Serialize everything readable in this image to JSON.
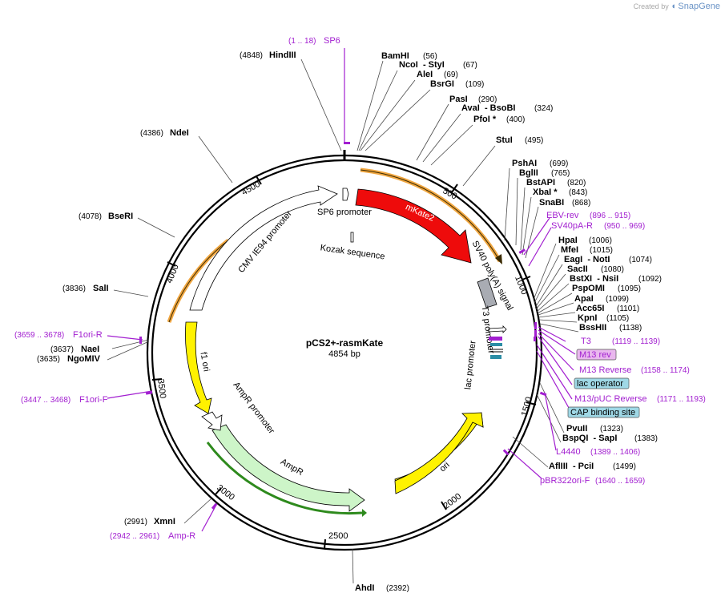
{
  "app": {
    "credit_prefix": "Created by",
    "credit_brand": "SnapGene"
  },
  "plasmid": {
    "name": "pCS2+-rasmKate",
    "length_label": "4854 bp",
    "length": 4854
  },
  "ticks": [
    "500",
    "1000",
    "1500",
    "2000",
    "2500",
    "3000",
    "3500",
    "4000",
    "4500"
  ],
  "enzymes": [
    {
      "name": "HindIII",
      "pos": "(4848)",
      "side": "left",
      "bp": 4848
    },
    {
      "name": "BamHI",
      "pos": "(56)",
      "side": "right",
      "bp": 56
    },
    {
      "name": "NcoI  - StyI",
      "pos": "(67)",
      "side": "right",
      "bp": 67
    },
    {
      "name": "AleI",
      "pos": "(69)",
      "side": "right",
      "bp": 69
    },
    {
      "name": "BsrGI",
      "pos": "(109)",
      "side": "right",
      "bp": 109
    },
    {
      "name": "PasI",
      "pos": "(290)",
      "side": "right",
      "bp": 290
    },
    {
      "name": "AvaI  - BsoBI",
      "pos": "(324)",
      "side": "right",
      "bp": 324
    },
    {
      "name": "PfoI *",
      "pos": "(400)",
      "side": "right",
      "bp": 400
    },
    {
      "name": "StuI",
      "pos": "(495)",
      "side": "right",
      "bp": 495
    },
    {
      "name": "PshAI",
      "pos": "(699)",
      "side": "right",
      "bp": 699
    },
    {
      "name": "BglII",
      "pos": "(765)",
      "side": "right",
      "bp": 765
    },
    {
      "name": "BstAPI",
      "pos": "(820)",
      "side": "right",
      "bp": 820
    },
    {
      "name": "XbaI *",
      "pos": "(843)",
      "side": "right",
      "bp": 843
    },
    {
      "name": "SnaBI",
      "pos": "(868)",
      "side": "right",
      "bp": 868
    },
    {
      "name": "HpaI",
      "pos": "(1006)",
      "side": "right",
      "bp": 1006
    },
    {
      "name": "MfeI",
      "pos": "(1015)",
      "side": "right",
      "bp": 1015
    },
    {
      "name": "EagI  - NotI",
      "pos": "(1074)",
      "side": "right",
      "bp": 1074
    },
    {
      "name": "SacII",
      "pos": "(1080)",
      "side": "right",
      "bp": 1080
    },
    {
      "name": "BstXI  - NsiI",
      "pos": "(1092)",
      "side": "right",
      "bp": 1092
    },
    {
      "name": "PspOMI",
      "pos": "(1095)",
      "side": "right",
      "bp": 1095
    },
    {
      "name": "ApaI",
      "pos": "(1099)",
      "side": "right",
      "bp": 1099
    },
    {
      "name": "Acc65I",
      "pos": "(1101)",
      "side": "right",
      "bp": 1101
    },
    {
      "name": "KpnI",
      "pos": "(1105)",
      "side": "right",
      "bp": 1105
    },
    {
      "name": "BssHII",
      "pos": "(1138)",
      "side": "right",
      "bp": 1138
    },
    {
      "name": "PvuII",
      "pos": "(1323)",
      "side": "right",
      "bp": 1323
    },
    {
      "name": "BspQI  - SapI",
      "pos": "(1383)",
      "side": "right",
      "bp": 1383
    },
    {
      "name": "AflIII  - PciI",
      "pos": "(1499)",
      "side": "right",
      "bp": 1499
    },
    {
      "name": "AhdI",
      "pos": "(2392)",
      "side": "right",
      "bp": 2392
    },
    {
      "name": "XmnI",
      "pos": "(2991)",
      "side": "left",
      "bp": 2991
    },
    {
      "name": "NgoMIV",
      "pos": "(3635)",
      "side": "left",
      "bp": 3635
    },
    {
      "name": "NaeI",
      "pos": "(3637)",
      "side": "left",
      "bp": 3637
    },
    {
      "name": "SalI",
      "pos": "(3836)",
      "side": "left",
      "bp": 3836
    },
    {
      "name": "BseRI",
      "pos": "(4078)",
      "side": "left",
      "bp": 4078
    },
    {
      "name": "NdeI",
      "pos": "(4386)",
      "side": "left",
      "bp": 4386
    }
  ],
  "primers": [
    {
      "name": "SP6",
      "pos": "(1 .. 18)",
      "side": "left"
    },
    {
      "name": "EBV-rev",
      "pos": "(896 .. 915)",
      "side": "right"
    },
    {
      "name": "SV40pA-R",
      "pos": "(950 .. 969)",
      "side": "right"
    },
    {
      "name": "T3",
      "pos": "(1119 .. 1139)",
      "side": "right"
    },
    {
      "name": "M13 rev",
      "pos": "",
      "side": "right",
      "boxed": true,
      "box_color": "#e9b8ee"
    },
    {
      "name": "M13 Reverse",
      "pos": "(1158 .. 1174)",
      "side": "right"
    },
    {
      "name": "lac operator",
      "pos": "",
      "side": "right",
      "boxed": true,
      "box_color": "#9fd8e6"
    },
    {
      "name": "M13/pUC Reverse",
      "pos": "(1171 .. 1193)",
      "side": "right"
    },
    {
      "name": "CAP binding site",
      "pos": "",
      "side": "right",
      "boxed": true,
      "box_color": "#9fd8e6"
    },
    {
      "name": "L4440",
      "pos": "(1389 .. 1406)",
      "side": "right"
    },
    {
      "name": "pBR322ori-F",
      "pos": "(1640 .. 1659)",
      "side": "right"
    },
    {
      "name": "Amp-R",
      "pos": "(2942 .. 2961)",
      "side": "left"
    },
    {
      "name": "F1ori-F",
      "pos": "(3447 .. 3468)",
      "side": "left"
    },
    {
      "name": "F1ori-R",
      "pos": "(3659 .. 3678)",
      "side": "left"
    }
  ],
  "features": [
    {
      "name": "mKate2",
      "color": "#ee0b0b"
    },
    {
      "name": "SP6 promoter"
    },
    {
      "name": "Kozak sequence"
    },
    {
      "name": "SV40 poly(A) signal",
      "color": "#a9acb3"
    },
    {
      "name": "T3 promoter"
    },
    {
      "name": "lac promoter"
    },
    {
      "name": "ori",
      "color": "#fff200"
    },
    {
      "name": "AmpR",
      "color": "#cdf5c8"
    },
    {
      "name": "AmpR promoter"
    },
    {
      "name": "f1 ori",
      "color": "#fff200"
    },
    {
      "name": "CMV IE94 promoter"
    }
  ],
  "colors": {
    "primer": "#a21fd0",
    "orange_arc": "#f0a640",
    "green_arc": "#2e8a1d",
    "backbone": "#000000"
  }
}
